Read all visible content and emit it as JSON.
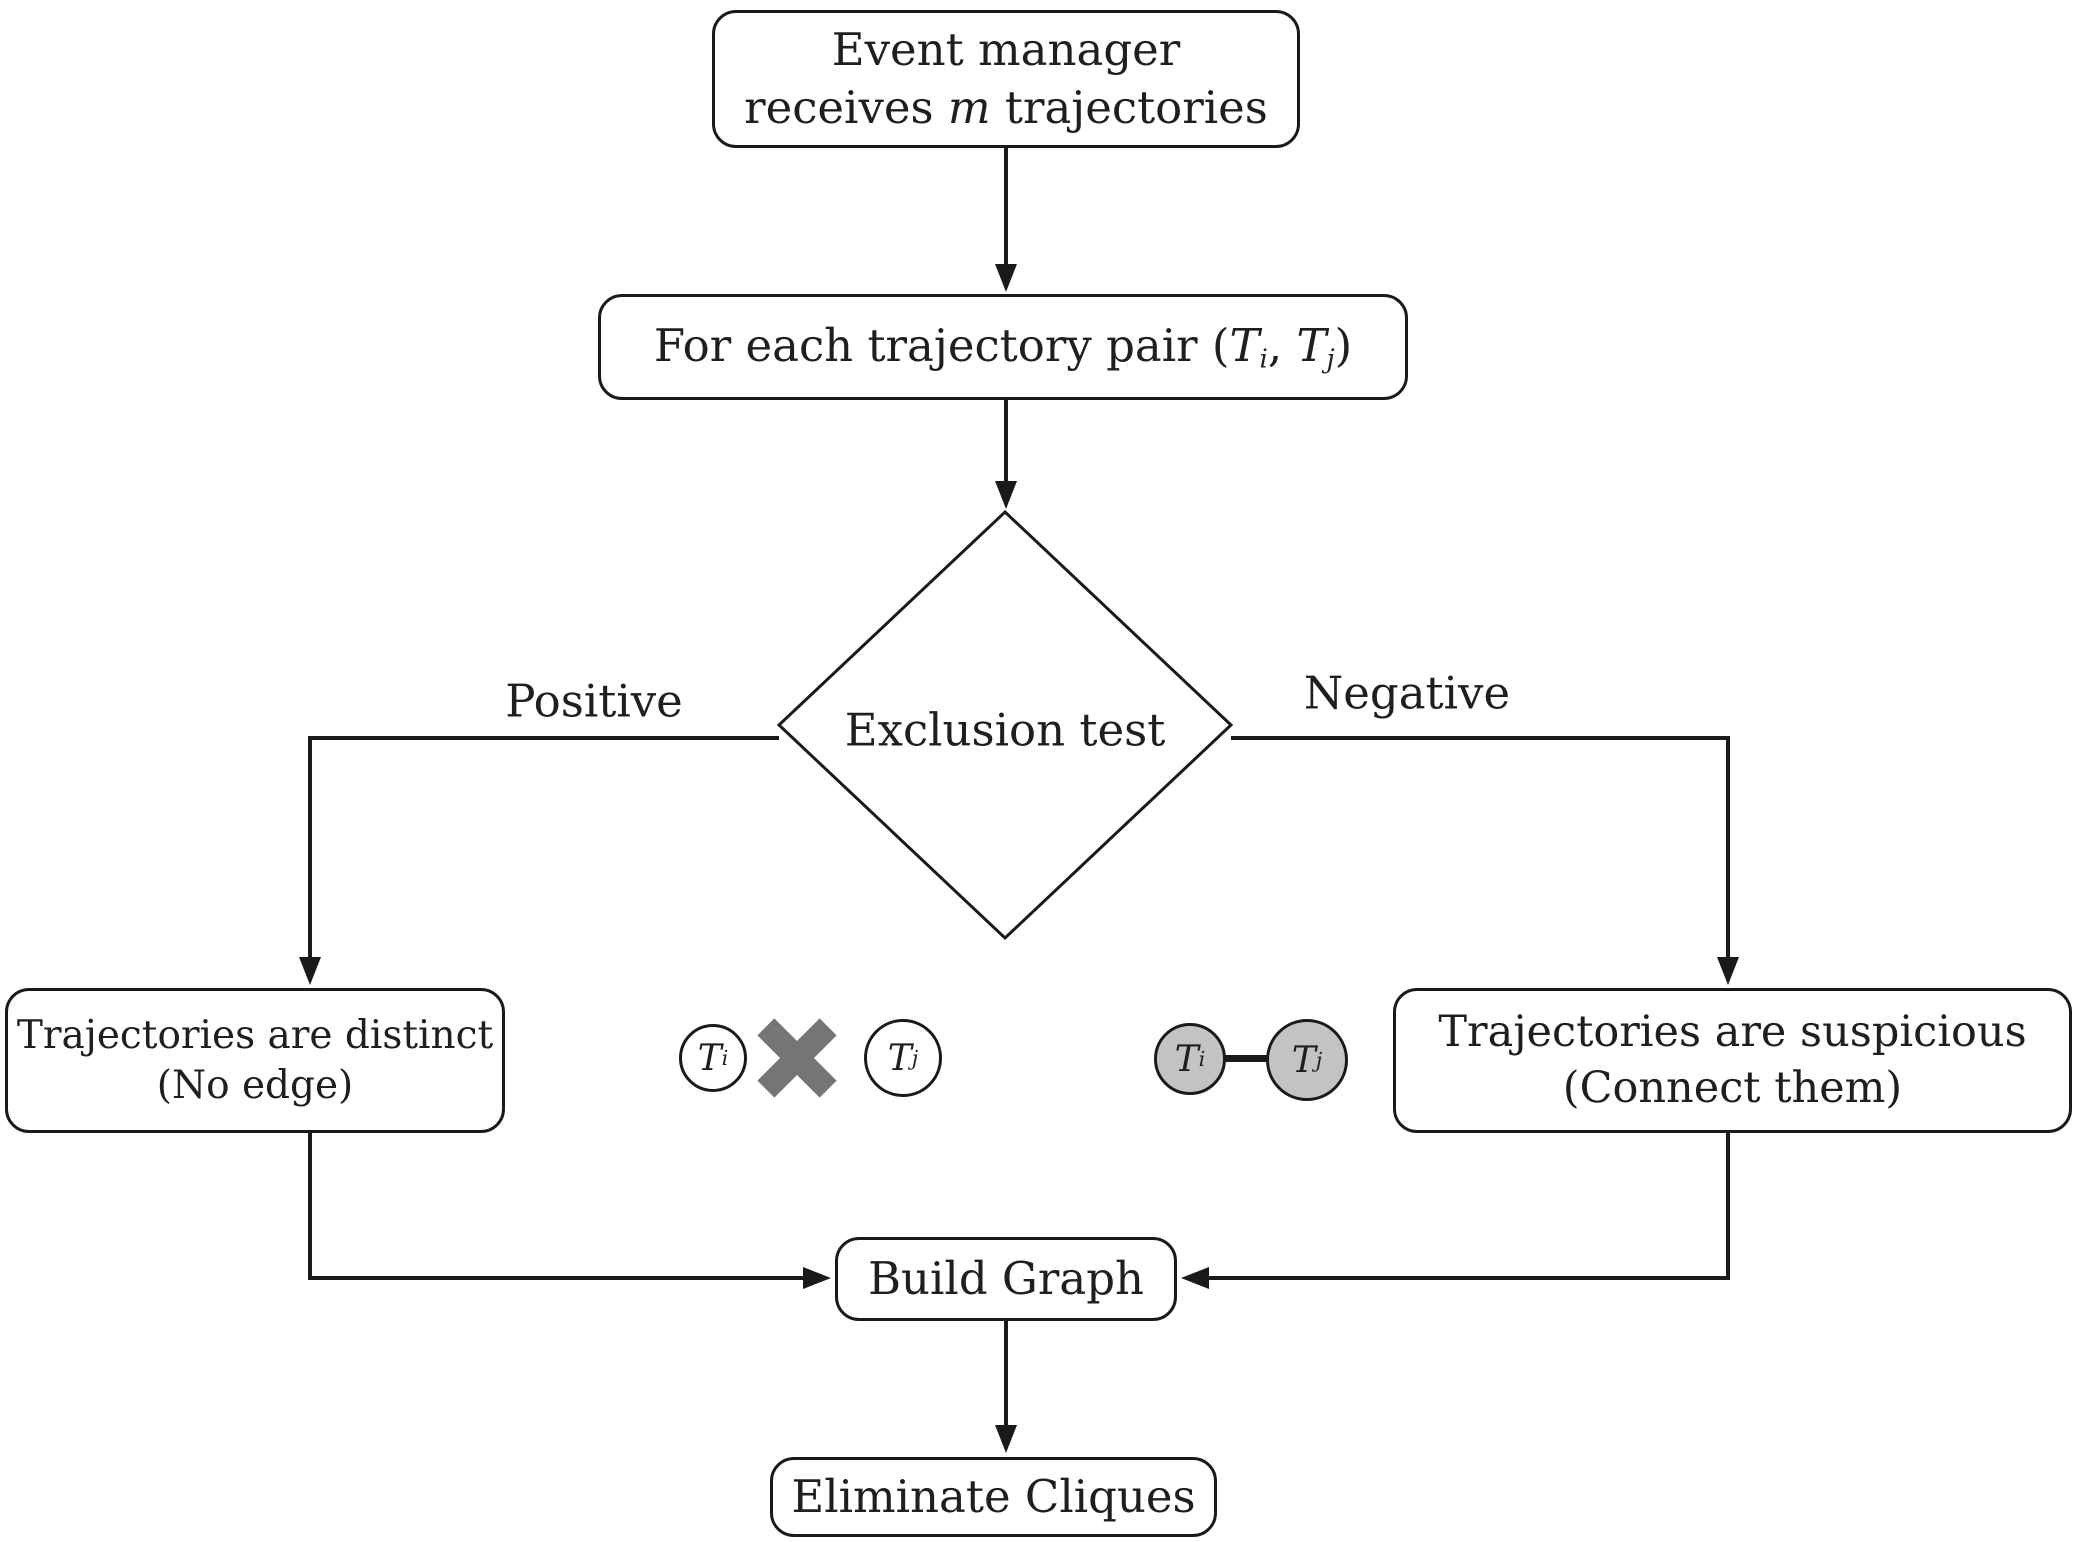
{
  "nodes": {
    "event_manager": {
      "line1": "Event manager",
      "line2_pre": "receives ",
      "line2_var": "m",
      "line2_post": " trajectories"
    },
    "trajectory_pair": {
      "prefix": "For each trajectory pair (",
      "separator": ", ",
      "suffix": ")"
    },
    "exclusion_test": {
      "label": "Exclusion test"
    },
    "distinct": {
      "line1": "Trajectories are distinct",
      "line2": "(No edge)"
    },
    "suspicious": {
      "line1": "Trajectories are suspicious",
      "line2": "(Connect them)"
    },
    "build_graph": {
      "label": "Build Graph"
    },
    "eliminate_cliques": {
      "label": "Eliminate Cliques"
    }
  },
  "labels": {
    "positive": "Positive",
    "negative": "Negative"
  },
  "math": {
    "T": "T",
    "i": "i",
    "j": "j"
  },
  "colors": {
    "line": "#1a1a1a",
    "text": "#1f1f1f",
    "cross_gray": "#757575",
    "circle_gray_fill": "#c3c3c3",
    "circle_white_fill": "#ffffff",
    "background": "#ffffff"
  }
}
